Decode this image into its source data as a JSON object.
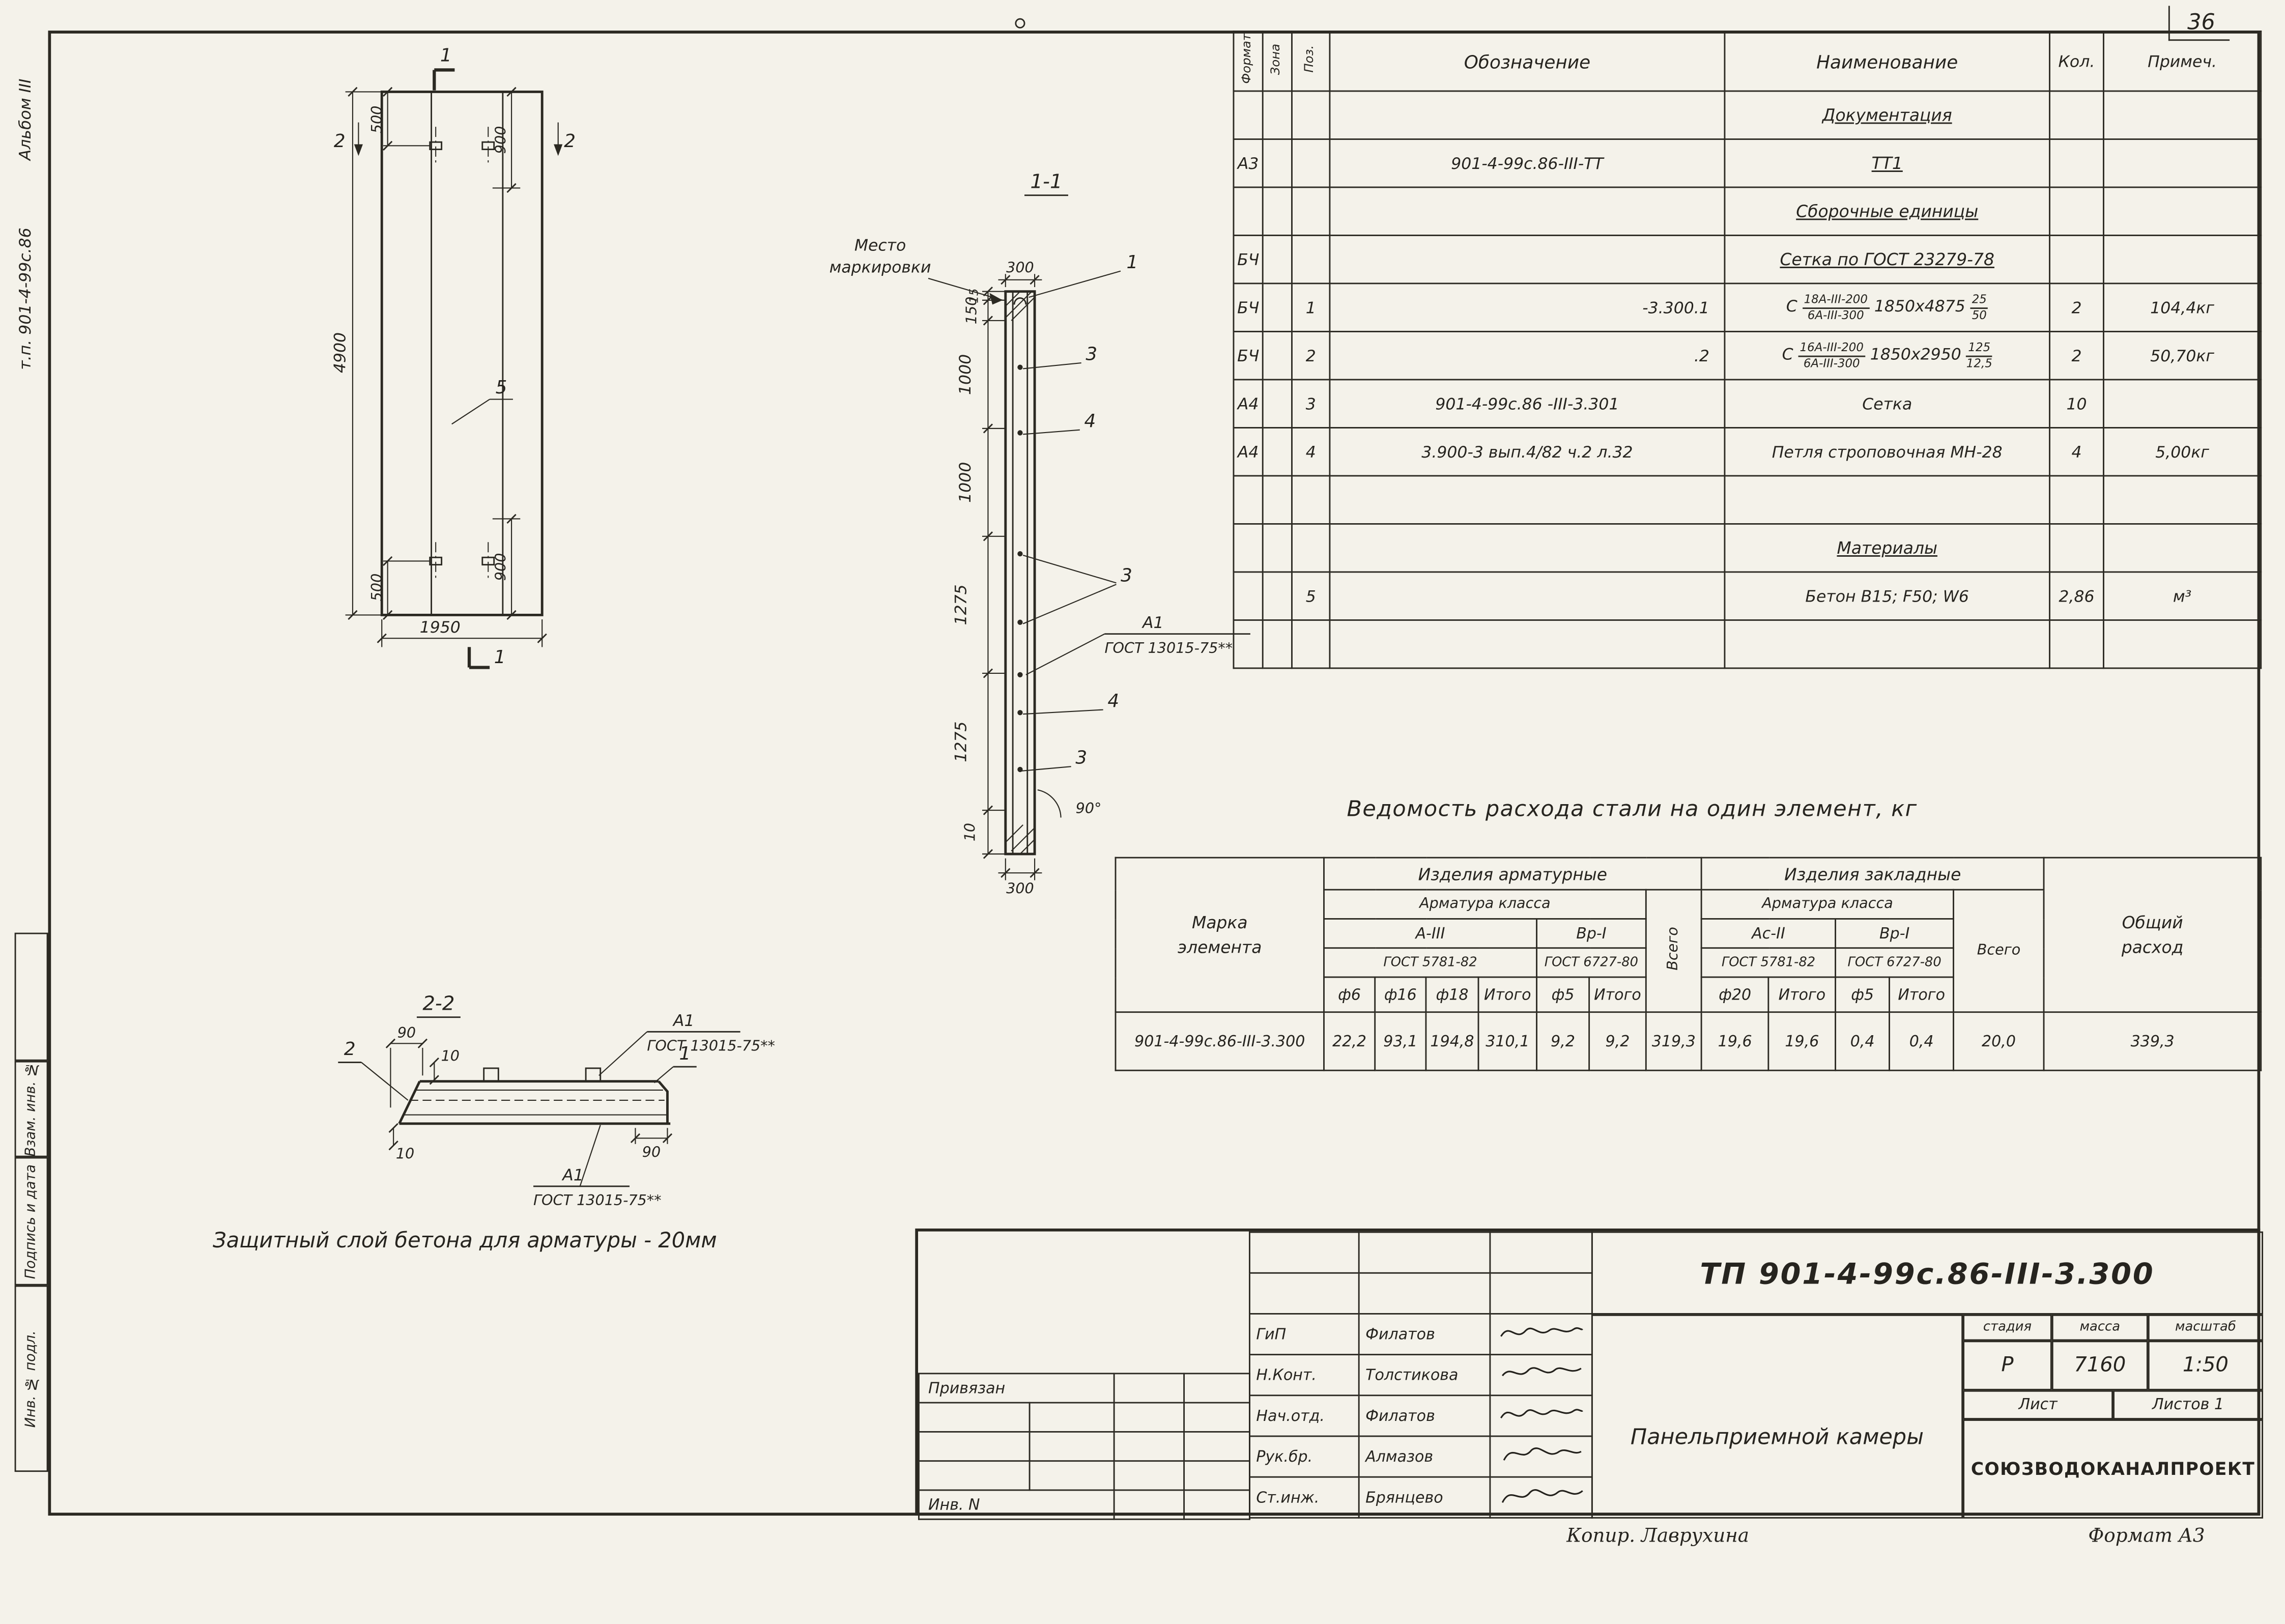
{
  "page": {
    "sheet_number": "36",
    "copier": "Копир. Лаврухина",
    "format_note": "Формат А3",
    "protect_note": "Защитный слой бетона для арматуры - 20мм"
  },
  "margin": {
    "album": "Альбом III",
    "doc": "т.п. 901-4-99с.86",
    "box1": "Взам. инв. №",
    "box2": "Подпись и дата",
    "box3": "Инв. № подл."
  },
  "spec": {
    "h": {
      "format": "Формат",
      "zone": "Зона",
      "pos": "Поз.",
      "desig": "Обозначение",
      "name": "Наименование",
      "qty": "Кол.",
      "note": "Примеч."
    },
    "rows": [
      {
        "name": "Документация"
      },
      {
        "format": "А3",
        "desig": "901-4-99с.86-III-ТТ",
        "name": "ТТ1"
      },
      {
        "name": "Сборочные единицы"
      },
      {
        "format": "БЧ",
        "name": "Сетка по ГОСТ 23279-78"
      },
      {
        "format": "БЧ",
        "pos": "1",
        "desig": "-3.300.1",
        "mark": "С",
        "f1t": "18А-III-200",
        "f1b": "6А-III-300",
        "size": "1850х4875",
        "f2t": "25",
        "f2b": "50",
        "qty": "2",
        "note": "104,4кг"
      },
      {
        "format": "БЧ",
        "pos": "2",
        "desig": ".2",
        "mark": "С",
        "f1t": "16А-III-200",
        "f1b": "6А-III-300",
        "size": "1850х2950",
        "f2t": "125",
        "f2b": "12,5",
        "qty": "2",
        "note": "50,70кг"
      },
      {
        "format": "А4",
        "pos": "3",
        "desig": "901-4-99с.86 -III-3.301",
        "name": "Сетка",
        "qty": "10"
      },
      {
        "format": "А4",
        "pos": "4",
        "desig": "3.900-3 вып.4/82 ч.2 л.32",
        "name": "Петля строповочная МН-28",
        "qty": "4",
        "note": "5,00кг"
      },
      {
        "name": "Материалы"
      },
      {
        "pos": "5",
        "name": "Бетон В15; F50; W6",
        "qty": "2,86",
        "note": "м³"
      }
    ]
  },
  "steel": {
    "title": "Ведомость расхода стали на один элемент, кг",
    "mark_h1": "Марка",
    "mark_h2": "элемента",
    "group_arm": "Изделия арматурные",
    "group_zak": "Изделия закладные",
    "class_h": "Арматура класса",
    "cls_a3": "А-III",
    "cls_vr1": "Вр-I",
    "cls_as2": "Ас-II",
    "cls_vr2": "Вр-I",
    "gost_5781": "ГОСТ 5781-82",
    "gost_6727": "ГОСТ 6727-80",
    "d": [
      "ф6",
      "ф16",
      "ф18",
      "Итого",
      "ф5",
      "Итого",
      "ф20",
      "Итого",
      "ф5",
      "Итого"
    ],
    "vsego": "Всего",
    "total_h1": "Общий",
    "total_h2": "расход",
    "mark": "901-4-99с.86-III-3.300",
    "values": [
      "22,2",
      "93,1",
      "194,8",
      "310,1",
      "9,2",
      "9,2",
      "319,3",
      "19,6",
      "19,6",
      "0,4",
      "0,4",
      "20,0",
      "339,3"
    ]
  },
  "titleblock": {
    "doc_number": "ТП 901-4-99с.86-III-3.300",
    "name_line1": "Панель",
    "name_line2": "приемной камеры",
    "stage_label": "стадия",
    "mass_label": "масса",
    "scale_label": "масштаб",
    "stage": "Р",
    "mass": "7160",
    "scale": "1:50",
    "sheet_label": "Лист",
    "sheets_label": "Листов 1",
    "org": "СОЮЗВОДОКАНАЛПРОЕКТ",
    "linked": "Привязан",
    "inv": "Инв. N",
    "signs": [
      {
        "role": "ГиП",
        "name": "Филатов"
      },
      {
        "role": "Н.Конт.",
        "name": "Толстикова"
      },
      {
        "role": "Нач.отд.",
        "name": "Филатов"
      },
      {
        "role": "Рук.бр.",
        "name": "Алмазов"
      },
      {
        "role": "Ст.инж.",
        "name": "Брянцево"
      }
    ]
  },
  "plan": {
    "sec1": "1",
    "sec2": "2",
    "h_total": "4900",
    "d500": "500",
    "d900": "900",
    "width": "1950",
    "concrete": "5"
  },
  "sec1": {
    "title": "1-1",
    "mark_l1": "Место",
    "mark_l2": "маркировки",
    "d15": "15",
    "d150": "150",
    "d1000": "1000",
    "d1275": "1275",
    "d10": "10",
    "d300": "300",
    "angle": "90°",
    "c1": "1",
    "c3": "3",
    "c4": "4",
    "a1": "А1",
    "gost": "ГОСТ 13015-75**"
  },
  "sec2": {
    "title": "2-2",
    "a1": "А1",
    "gost": "ГОСТ 13015-75**",
    "d90": "90",
    "d10": "10",
    "c1": "1",
    "c2": "2"
  }
}
